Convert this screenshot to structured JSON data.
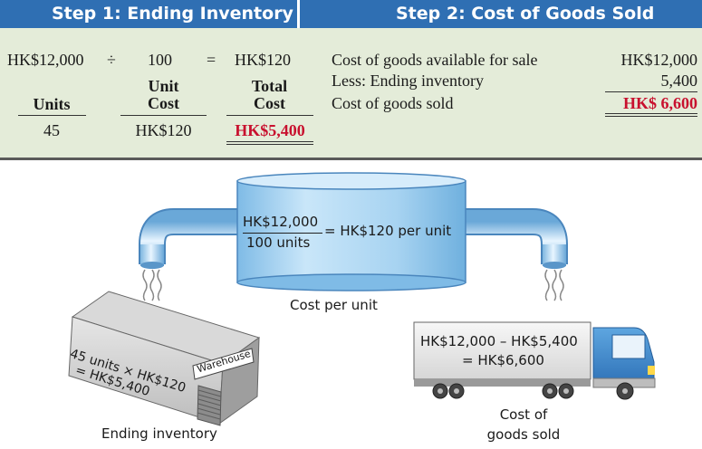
{
  "step1": {
    "title": "Step 1: Ending Inventory",
    "row1": {
      "cost": "HK$12,000",
      "op_div": "÷",
      "units": "100",
      "op_eq": "=",
      "per_unit": "HK$120"
    },
    "headers": {
      "units": "Units",
      "unit_cost": "Unit\nCost",
      "total_cost": "Total\nCost"
    },
    "row2": {
      "units": "45",
      "unit_cost": "HK$120",
      "total_cost": "HK$5,400"
    }
  },
  "step2": {
    "title": "Step 2: Cost of Goods Sold",
    "lines": [
      {
        "label": "Cost of goods available for sale",
        "value": "HK$12,000"
      },
      {
        "label": "Less: Ending inventory",
        "value": "5,400"
      },
      {
        "label": "Cost of goods sold",
        "value": "HK$ 6,600"
      }
    ]
  },
  "diagram": {
    "tank_numerator": "HK$12,000",
    "tank_denominator": "100 units",
    "tank_result": "= HK$120 per unit",
    "tank_caption": "Cost per unit",
    "warehouse_line1": "45 units × HK$120",
    "warehouse_line2": "= HK$5,400",
    "warehouse_sign": "Warehouse",
    "warehouse_caption": "Ending inventory",
    "truck_line1": "HK$12,000 – HK$5,400",
    "truck_line2": "= HK$6,600",
    "truck_caption_1": "Cost of",
    "truck_caption_2": "goods sold"
  },
  "colors": {
    "header": "#2f6fb3",
    "panel": "#e4ecd9",
    "red": "#c8102e",
    "tank": "#a7d3f1"
  }
}
